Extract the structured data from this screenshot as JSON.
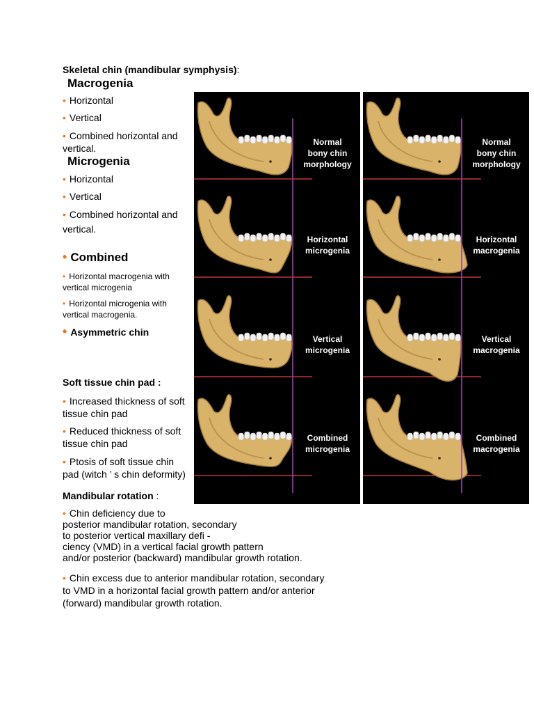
{
  "left_text": {
    "skeletal_heading": "Skeletal chin (mandibular symphysis)",
    "skeletal_colon": ":",
    "macrogenia": {
      "title": "Macrogenia",
      "items": [
        "Horizontal",
        "Vertical",
        "Combined horizontal and",
        "vertical."
      ]
    },
    "microgenia": {
      "title": "Microgenia",
      "items": [
        "Horizontal",
        "Vertical",
        "Combined horizontal and",
        "vertical."
      ]
    },
    "combined": {
      "title": "Combined",
      "items": [
        [
          "Horizontal macrogenia with",
          "vertical microgenia"
        ],
        [
          "Horizontal microgenia with",
          "vertical macrogenia."
        ]
      ]
    },
    "asymmetric": "Asymmetric chin",
    "soft_tissue": {
      "title": "Soft tissue chin pad :",
      "items": [
        [
          "Increased thickness of soft",
          "tissue chin pad"
        ],
        [
          "Reduced thickness of soft",
          "tissue chin pad"
        ],
        [
          "Ptosis of soft tissue chin",
          "pad (witch ’ s chin deformity)"
        ]
      ]
    },
    "mandibular_rotation": {
      "title": "Mandibular rotation",
      "title_colon": " :",
      "item1": [
        "Chin deficiency due to",
        "posterior mandibular rotation, secondary",
        "to posterior vertical maxillary defi -",
        "ciency (VMD) in a vertical facial growth pattern",
        "and/or posterior (backward) mandibular growth rotation."
      ],
      "item2": [
        "Chin excess due to anterior mandibular rotation, secondary",
        "to VMD in a horizontal facial growth pattern and/or anterior",
        "(forward) mandibular growth rotation."
      ]
    },
    "bullet_glyph": "•"
  },
  "figure": {
    "left_panel_captions": [
      [
        "Normal",
        "bony chin",
        "morphology"
      ],
      [
        "Horizontal",
        "microgenia"
      ],
      [
        "Vertical",
        "microgenia"
      ],
      [
        "Combined",
        "microgenia"
      ]
    ],
    "right_panel_captions": [
      [
        "Normal",
        "bony chin",
        "morphology"
      ],
      [
        "Horizontal",
        "macrogenia"
      ],
      [
        "Vertical",
        "macrogenia"
      ],
      [
        "Combined",
        "macrogenia"
      ]
    ],
    "colors": {
      "background": "#000000",
      "bone": "#d9b36a",
      "bone_shadow": "#a67d3a",
      "vertical_line": "#8a3fa0",
      "horizontal_line": "#c0343c",
      "teeth": "#f2f2f2"
    }
  }
}
